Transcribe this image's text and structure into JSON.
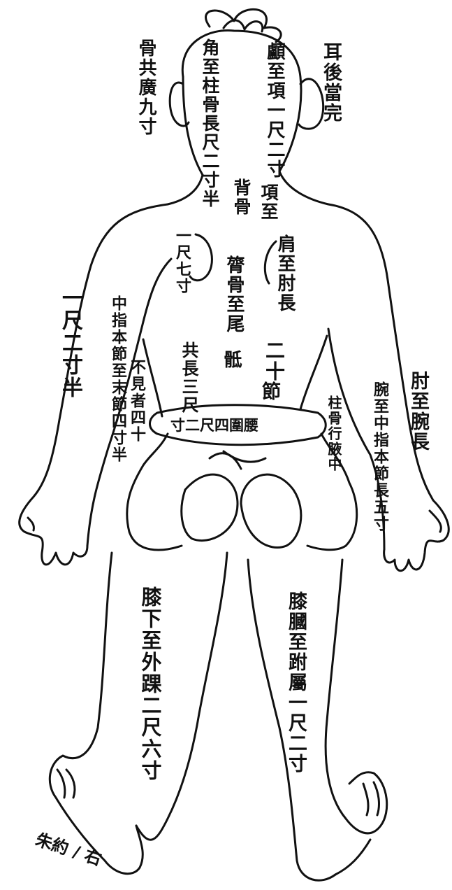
{
  "labels": {
    "behind_ear": "耳後當完",
    "occipital_width": "骨共廣九寸",
    "temple_to_pillar": "角至柱骨長尺二寸半",
    "vertex_to_occiput": "顱至項一尺二寸",
    "nape_col1": "項至",
    "nape_col2": "背骨",
    "shoulder_blade": "一尺七寸",
    "shoulder_to_elbow": "肩至肘長",
    "spine_col1": "膂骨至尾",
    "spine_col2": "骶",
    "twenty_one_col1": "二十",
    "twenty_one_col2": "節",
    "total_col1": "共長三尺",
    "waist_band": "寸二尺四圍腰",
    "forearm_left": "一尺二寸半",
    "middle_finger_col1": "中指本節至末節四寸半",
    "middle_finger_col2": "不見者四十",
    "pillar_right": "柱骨行腋中",
    "elbow_to_wrist": "肘至腕長",
    "wrist_to_finger": "腕至中指本節長五寸",
    "knee_to_ankle": "膝下至外踝二尺六寸",
    "popliteal_to_heel": "膝膕至跗屬一尺二寸",
    "signature": "朱約 / 右"
  }
}
